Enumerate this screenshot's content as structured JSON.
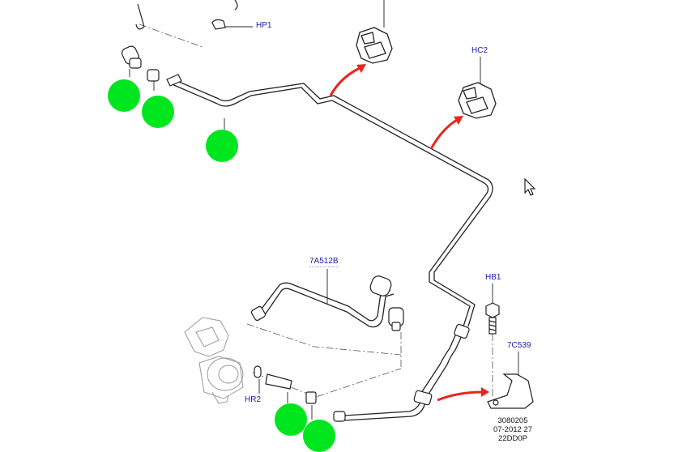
{
  "labels": {
    "hp1": "HP1",
    "hc2": "HC2",
    "part_7a512b": "7A512B",
    "hb1": "HB1",
    "part_7c539": "7C539",
    "hr2": "HR2"
  },
  "footer": {
    "line1": "3080205",
    "line2": "07-2012 27",
    "line3": "22DD0P"
  },
  "colors": {
    "pipe": "#222222",
    "label_link": "#1a1aa8",
    "hotspot": "#00e61e",
    "arrow": "#e8261c"
  },
  "icons": [
    "mouse-cursor-icon",
    "red-arrow-icon",
    "connector-icon",
    "bolt-icon",
    "bracket-icon",
    "slave-cylinder-icon"
  ]
}
